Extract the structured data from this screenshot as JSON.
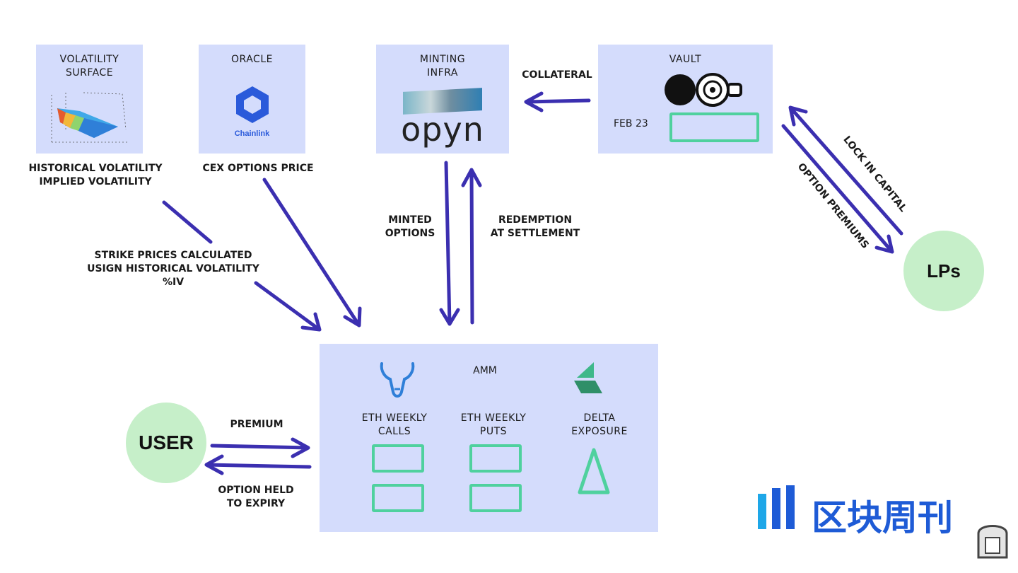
{
  "boxes": {
    "volatility_surface": {
      "title": "VOLATILITY\nSURFACE"
    },
    "oracle": {
      "title": "ORACLE",
      "logo_text": "Chainlink"
    },
    "minting": {
      "title": "MINTING\nINFRA",
      "logo_text": "opyn"
    },
    "vault": {
      "title": "VAULT",
      "date": "FEB 23"
    },
    "amm": {
      "title": "AMM",
      "col1": "ETH WEEKLY\nCALLS",
      "col2": "ETH WEEKLY\nPUTS",
      "col3": "DELTA\nEXPOSURE"
    }
  },
  "labels": {
    "vol_under": "HISTORICAL VOLATILITY\nIMPLIED VOLATILITY",
    "oracle_under": "CEX OPTIONS PRICE",
    "strike": "STRIKE PRICES CALCULATED\nUSIGN HISTORICAL VOLATILITY\n%IV",
    "collateral": "COLLATERAL",
    "minted": "MINTED\nOPTIONS",
    "redemption": "REDEMPTION\nAT SETTLEMENT",
    "lock": "LOCK IN CAPITAL",
    "premiums": "OPTION PREMIUMS",
    "premium": "PREMIUM",
    "held": "OPTION HELD\nTO EXPIRY"
  },
  "nodes": {
    "user": "USER",
    "lps": "LPs"
  },
  "watermark": {
    "text": "区块周刊"
  },
  "colors": {
    "box": "#d4dcfc",
    "arrow": "#3b2fb0",
    "node": "#c6efc9",
    "slot": "#4fd19e",
    "brand": "#1e5bd6"
  }
}
